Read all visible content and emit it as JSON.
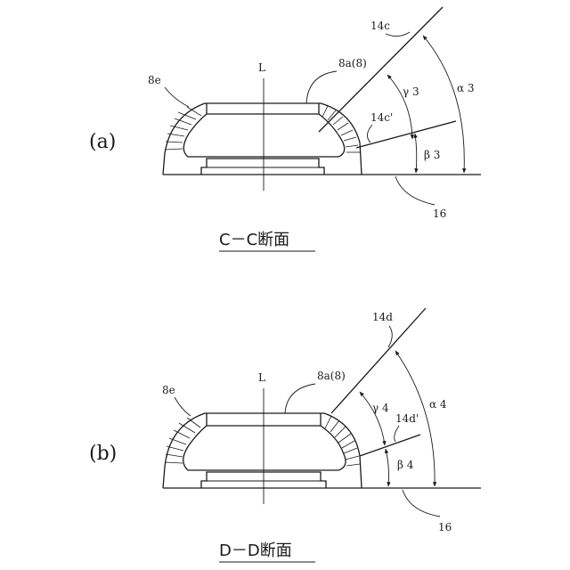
{
  "figures": [
    {
      "id": "a",
      "panel_label": "(a)",
      "caption": "C－C断面",
      "labels": {
        "outer_part": "8e",
        "axis": "L",
        "member": "8a(8)",
        "line_main": "14c",
        "line_secondary": "14c'",
        "angle_gamma": "γ 3",
        "angle_alpha": "α 3",
        "angle_beta": "β 3",
        "base": "16"
      }
    },
    {
      "id": "b",
      "panel_label": "(b)",
      "caption": "D－D断面",
      "labels": {
        "outer_part": "8e",
        "axis": "L",
        "member": "8a(8)",
        "line_main": "14d",
        "line_secondary": "14d'",
        "angle_gamma": "γ 4",
        "angle_alpha": "α 4",
        "angle_beta": "β 4",
        "base": "16"
      }
    }
  ]
}
